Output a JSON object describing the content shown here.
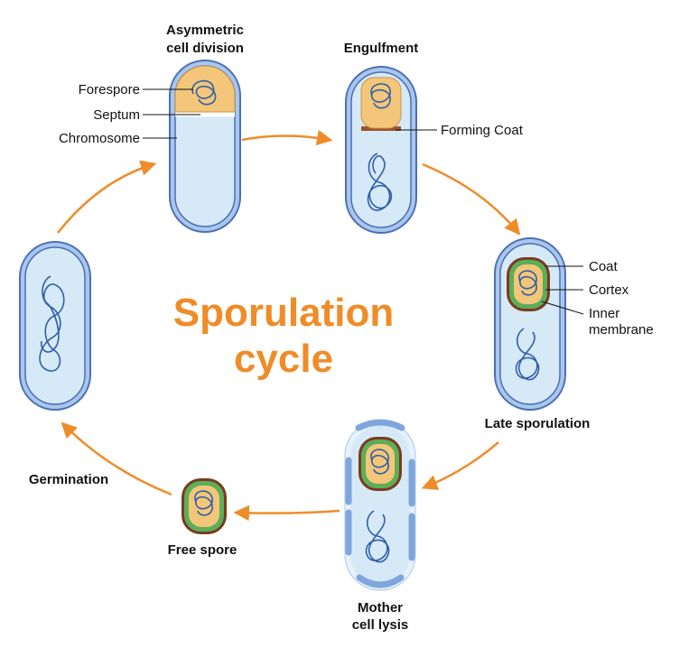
{
  "diagram": {
    "title_line1": "Sporulation",
    "title_line2": "cycle",
    "stages": {
      "asymmetric_line1": "Asymmetric",
      "asymmetric_line2": "cell division",
      "engulfment": "Engulfment",
      "late_sporulation": "Late sporulation",
      "mother_line1": "Mother",
      "mother_line2": "cell lysis",
      "free_spore": "Free spore",
      "germination": "Germination"
    },
    "parts": {
      "forespore": "Forespore",
      "septum": "Septum",
      "chromosome": "Chromosome",
      "forming_coat": "Forming Coat",
      "coat": "Coat",
      "cortex": "Cortex",
      "inner_line1": "Inner",
      "inner_line2": "membrane"
    },
    "colors": {
      "cell_fill": "#d6e9f6",
      "cell_border": "#4c6fb5",
      "cell_ring": "#a9c7ec",
      "spore_fill": "#f3c679",
      "coat": "#7a3b1f",
      "cortex": "#5dae58",
      "chromosome": "#2f5fa8",
      "arrow": "#ef8c28",
      "title": "#ef8c28"
    }
  }
}
